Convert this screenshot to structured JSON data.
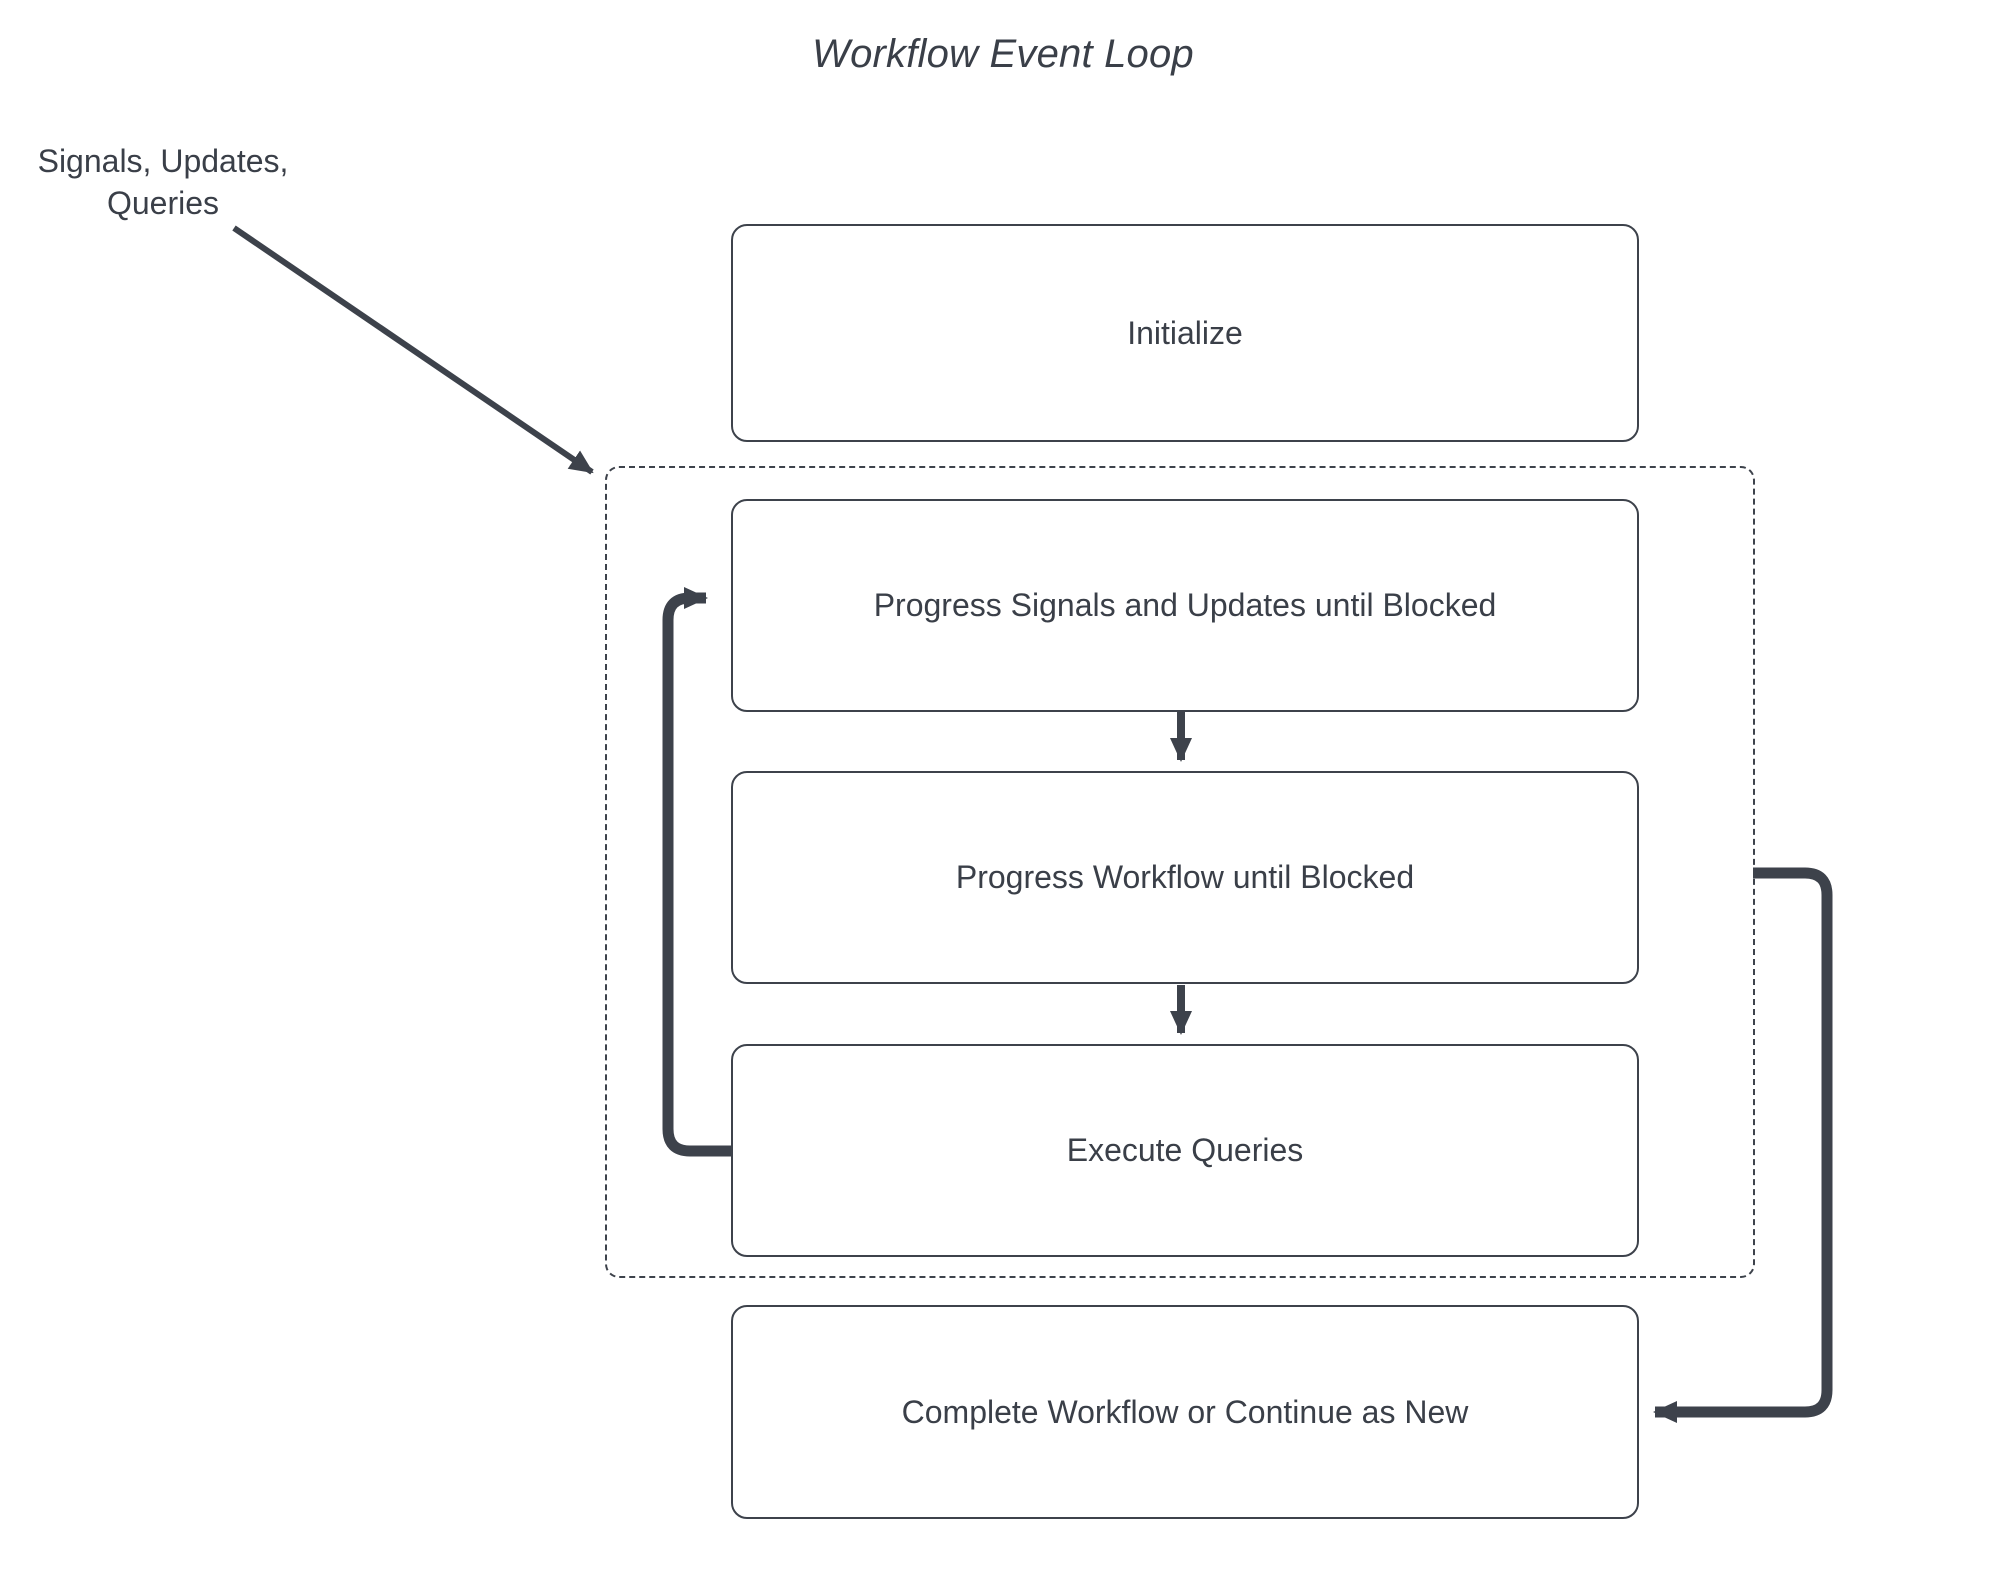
{
  "diagram": {
    "title": "Workflow Event Loop",
    "external_label": "Signals, Updates, Queries",
    "nodes": {
      "initialize": "Initialize",
      "progress_signals": "Progress Signals and Updates until Blocked",
      "progress_workflow": "Progress Workflow until Blocked",
      "execute_queries": "Execute Queries",
      "complete_workflow": "Complete Workflow or Continue as New"
    },
    "group_label": "",
    "colors": {
      "stroke": "#3d424b",
      "text": "#3a3f48",
      "edge": "#3d424b",
      "background": "#ffffff"
    },
    "edges": [
      {
        "name": "signals-to-loop",
        "from": "Signals, Updates, Queries",
        "to": "event loop",
        "style": "diagonal-arrow"
      },
      {
        "name": "signals-to-workflow",
        "from": "Progress Signals and Updates until Blocked",
        "to": "Progress Workflow until Blocked",
        "style": "straight-down-arrow"
      },
      {
        "name": "workflow-to-queries",
        "from": "Progress Workflow until Blocked",
        "to": "Execute Queries",
        "style": "straight-down-arrow"
      },
      {
        "name": "queries-loopback",
        "from": "Execute Queries",
        "to": "Progress Signals and Updates until Blocked",
        "style": "left-loopback-arrow"
      },
      {
        "name": "loop-to-complete",
        "from": "event loop",
        "to": "Complete Workflow or Continue as New",
        "style": "right-loop-arrow"
      }
    ]
  }
}
